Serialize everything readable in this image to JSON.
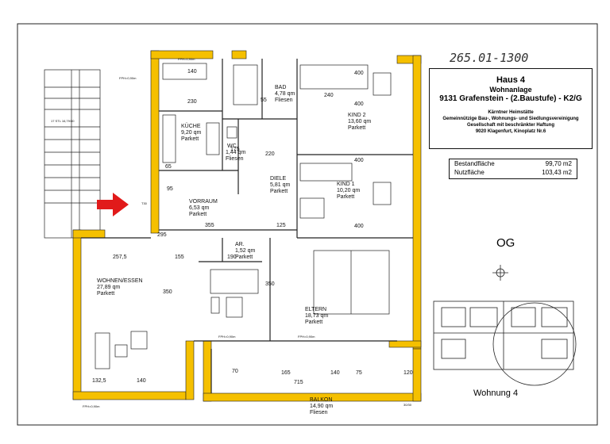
{
  "header": {
    "handwritten_code": "265.01-1300",
    "title": "Haus 4",
    "subtitle": "Wohnanlage",
    "location": "9131 Grafenstein - (2.Baustufe) - K2/G",
    "company": [
      "Kärntner Heimstätte",
      "Gemeinnützige Bau-, Wohnungs- und Siedlungsvereinigung",
      "Gesellschaft mit beschränkter Haftung",
      "9020 Klagenfurt, Kinoplatz Nr.6"
    ]
  },
  "areas": {
    "bestand_label": "Bestandfläche",
    "bestand_value": "99,70 m2",
    "nutz_label": "Nutzfläche",
    "nutz_value": "103,43 m2"
  },
  "floor_label": "OG",
  "unit_label": "Wohnung 4",
  "stair_label": "17 STL 16,79/30",
  "rooms": {
    "bad": {
      "name": "BAD",
      "area": "4,78 qm",
      "floor": "Fliesen"
    },
    "kueche": {
      "name": "KÜCHE",
      "area": "9,20 qm",
      "floor": "Parkett"
    },
    "wc": {
      "name": "WC",
      "area": "1,44 qm",
      "floor": "Fliesen"
    },
    "kind2": {
      "name": "KIND 2",
      "area": "13,60 qm",
      "floor": "Parkett"
    },
    "diele": {
      "name": "DIELE",
      "area": "5,81 qm",
      "floor": "Parkett"
    },
    "kind1": {
      "name": "KIND 1",
      "area": "10,20 qm",
      "floor": "Parkett"
    },
    "vorraum": {
      "name": "VORRAUM",
      "area": "6,53 qm",
      "floor": "Parkett"
    },
    "ar": {
      "name": "AR.",
      "area": "1,52 qm",
      "floor": "Parkett"
    },
    "wohnen": {
      "name": "WOHNEN/ESSEN",
      "area": "27,89 qm",
      "floor": "Parkett"
    },
    "eltern": {
      "name": "ELTERN",
      "area": "18,73 qm",
      "floor": "Parkett"
    },
    "balkon": {
      "name": "BALKON",
      "area": "14,90 qm",
      "floor": "Fliesen"
    }
  },
  "dimensions": {
    "d140": "140",
    "d230": "230",
    "d400a": "400",
    "d400b": "400",
    "d400c": "400",
    "d400d": "400",
    "d2575": "257,5",
    "d155": "155",
    "d190": "190",
    "d355": "355",
    "d125": "125",
    "d715": "715",
    "d1325": "132,5",
    "d140b": "140",
    "d140c": "140",
    "d165": "165",
    "d120": "120",
    "d75": "75",
    "d220": "220",
    "d350": "350",
    "d295": "295",
    "d175": "175",
    "d350b": "350",
    "d240": "240",
    "d95": "95",
    "d65": "65",
    "d55": "55",
    "d70": "70"
  },
  "fph_labels": {
    "a": "FPH=0,90m",
    "b": "FPH=0,90m",
    "c": "FPH=0,90m",
    "d": "FPH=0,90m",
    "e": "FPH=0,90m"
  },
  "door_label": "T30",
  "sheet_ref": "30/30",
  "colors": {
    "wall": "#f5c000",
    "line": "#222222",
    "arrow": "#e11a1a"
  }
}
